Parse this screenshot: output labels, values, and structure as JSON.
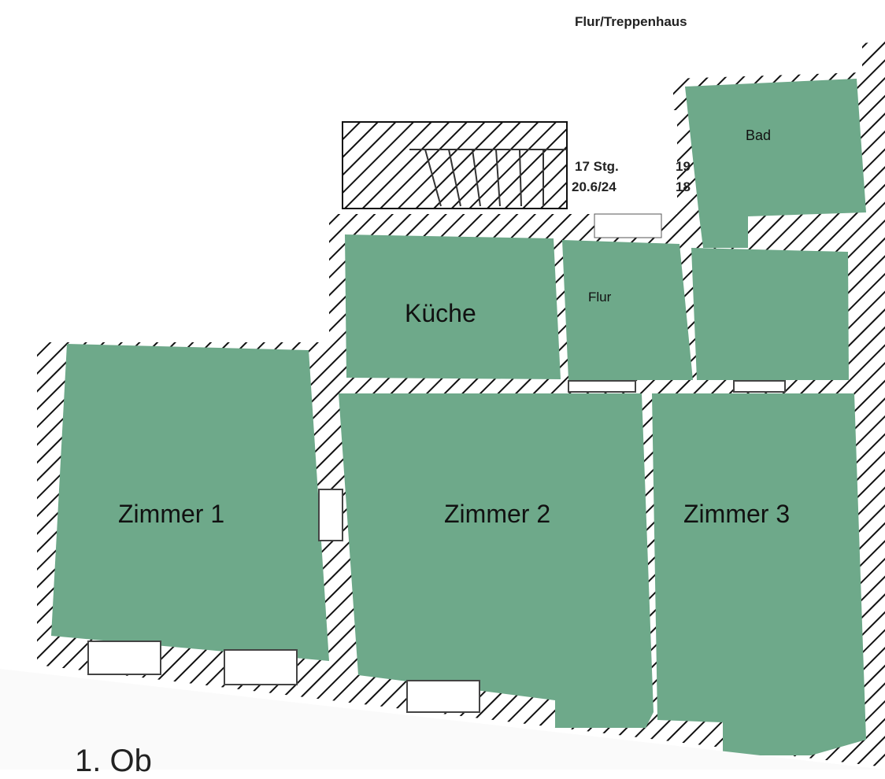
{
  "plan": {
    "top_label": "Flur/Treppenhaus",
    "stair_count": "17 Stg.",
    "stair_dims": "20.6/24",
    "step_numbers": [
      "19",
      "18"
    ],
    "floor_label": "1. Ob",
    "rooms": {
      "bad": "Bad",
      "kueche": "Küche",
      "flur": "Flur",
      "zimmer1": "Zimmer 1",
      "zimmer2": "Zimmer 2",
      "zimmer3": "Zimmer 3"
    },
    "colors": {
      "room_fill": "#6ea98a",
      "wall_hatch": "#111111"
    }
  }
}
